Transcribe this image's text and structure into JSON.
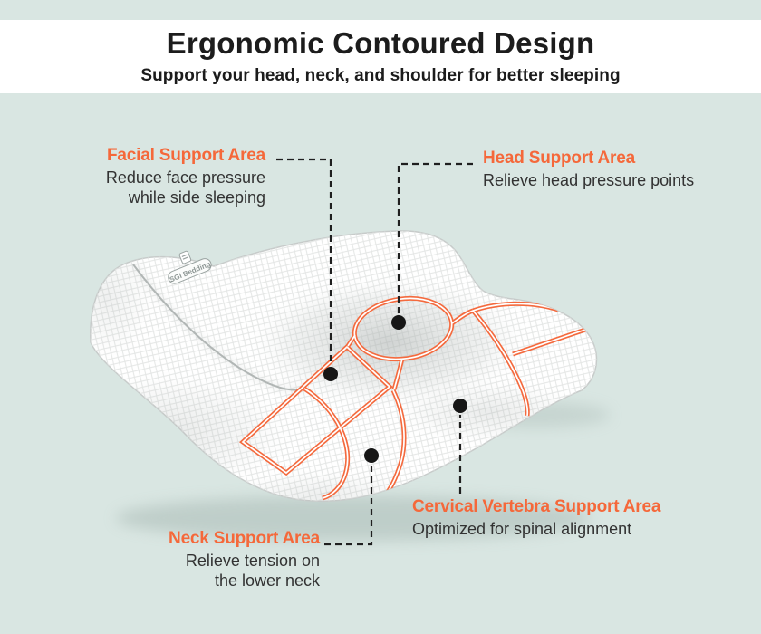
{
  "header": {
    "title": "Ergonomic Contoured Design",
    "subtitle": "Support your head, neck, and shoulder for better sleeping"
  },
  "brand": {
    "logo_text": "SGI Bedding"
  },
  "callouts": [
    {
      "id": "facial",
      "title": "Facial Support Area",
      "lines": [
        "Reduce face pressure",
        "while side sleeping"
      ]
    },
    {
      "id": "head",
      "title": "Head Support Area",
      "lines": [
        "Relieve head pressure points"
      ]
    },
    {
      "id": "neck",
      "title": "Neck Support Area",
      "lines": [
        "Relieve tension on",
        "the lower neck"
      ]
    },
    {
      "id": "cervical",
      "title": "Cervical Vertebra Support Area",
      "lines": [
        "Optimized for spinal alignment"
      ]
    }
  ],
  "colors": {
    "background_mint": "#d9e6e2",
    "header_background": "#ffffff",
    "accent_orange": "#f5683a",
    "seam_orange": "#f46a3e",
    "text_dark": "#1c1c1c",
    "body_text": "#323232",
    "marker_dot": "#161616"
  }
}
